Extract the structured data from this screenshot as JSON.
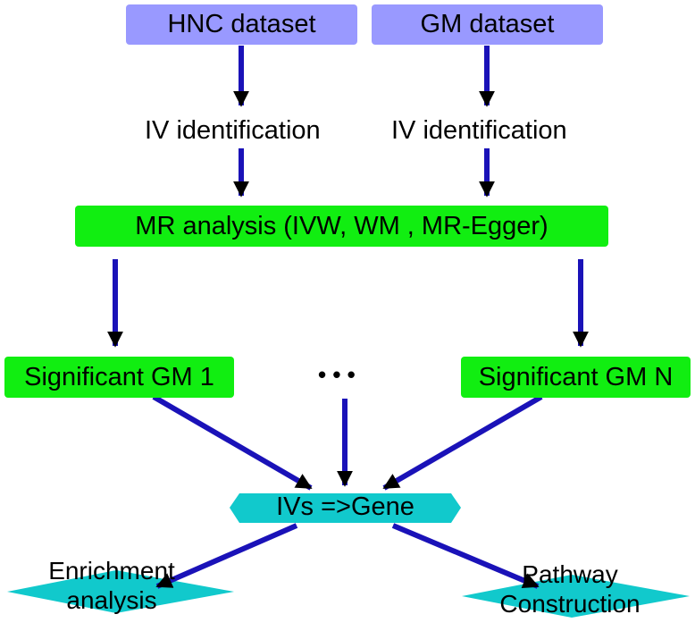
{
  "nodes": {
    "hnc_dataset": "HNC dataset",
    "gm_dataset": "GM dataset",
    "iv_identification_left": "IV identification",
    "iv_identification_right": "IV identification",
    "mr_analysis": "MR analysis (IVW, WM , MR-Egger)",
    "significant_gm_1": "Significant GM 1",
    "ellipsis": "• • •",
    "significant_gm_n": "Significant GM N",
    "ivs_gene": "IVs =>Gene",
    "enrichment_line1": "Enrichment",
    "enrichment_line2": "analysis",
    "pathway_line1": "Pathway",
    "pathway_line2": "Construction"
  },
  "colors": {
    "dataset_fill": "#9999ff",
    "analysis_fill": "#11ee11",
    "hexagon_fill": "#11c9cc",
    "thick_arrow": "#1a12b8",
    "arrow_head": "#000000"
  }
}
